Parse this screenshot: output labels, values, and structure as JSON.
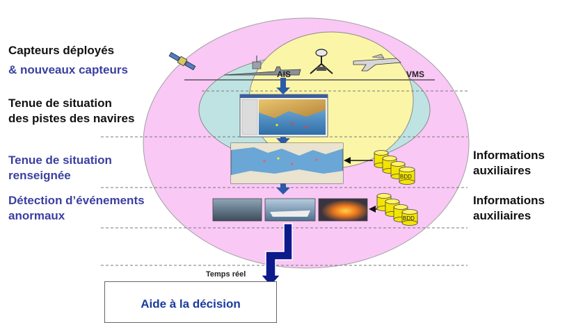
{
  "labels": {
    "sensors_line1": "Capteurs déployés",
    "sensors_line2": "& nouveaux capteurs",
    "tracking_line1": "Tenue de situation",
    "tracking_line2": "des pistes des navires",
    "intel_line1": "Tenue de situation",
    "intel_line2": "renseignée",
    "detection_line1": "Détection d’événements",
    "detection_line2": "anormaux",
    "aux1_line1": "Informations",
    "aux1_line2": "auxiliaires",
    "aux2_line1": "Informations",
    "aux2_line2": "auxiliaires"
  },
  "tags": {
    "ais": "AIS",
    "vms": "VMS",
    "realtime": "Temps réel"
  },
  "database_label": "BDD",
  "decision_box": "Aide à la décision",
  "colors": {
    "outer_ellipse": "#f9c8f5",
    "middle_ellipse": "#bfe3e3",
    "inner_ellipse": "#fbf5a8",
    "arrow_blue": "#2c5aa8",
    "main_arrow": "#0d1a8c",
    "database": "#f4e400",
    "dark_text": "#111111",
    "blue_text": "#3b3fa0"
  }
}
